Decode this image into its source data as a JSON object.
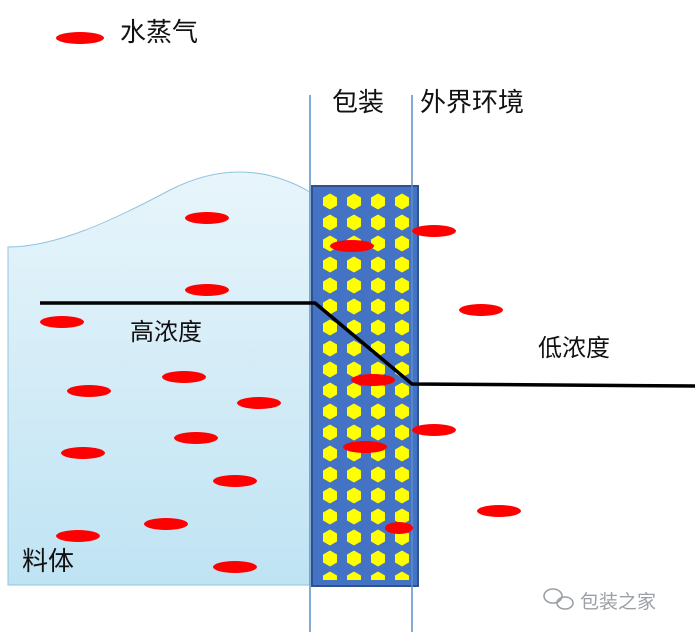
{
  "legend": {
    "label": "水蒸气",
    "marker_color": "#ff0000"
  },
  "regions": {
    "packaging": "包装",
    "environment": "外界环境",
    "material": "料体"
  },
  "concentration": {
    "high": "高浓度",
    "low": "低浓度"
  },
  "watermark": "包装之家",
  "colors": {
    "material_fill": "#d9eef8",
    "packaging_fill": "#4472c4",
    "packaging_border": "#2f528f",
    "particle": "#ffff00",
    "divider": "#5b8fc9",
    "vapor": "#ff0000"
  }
}
